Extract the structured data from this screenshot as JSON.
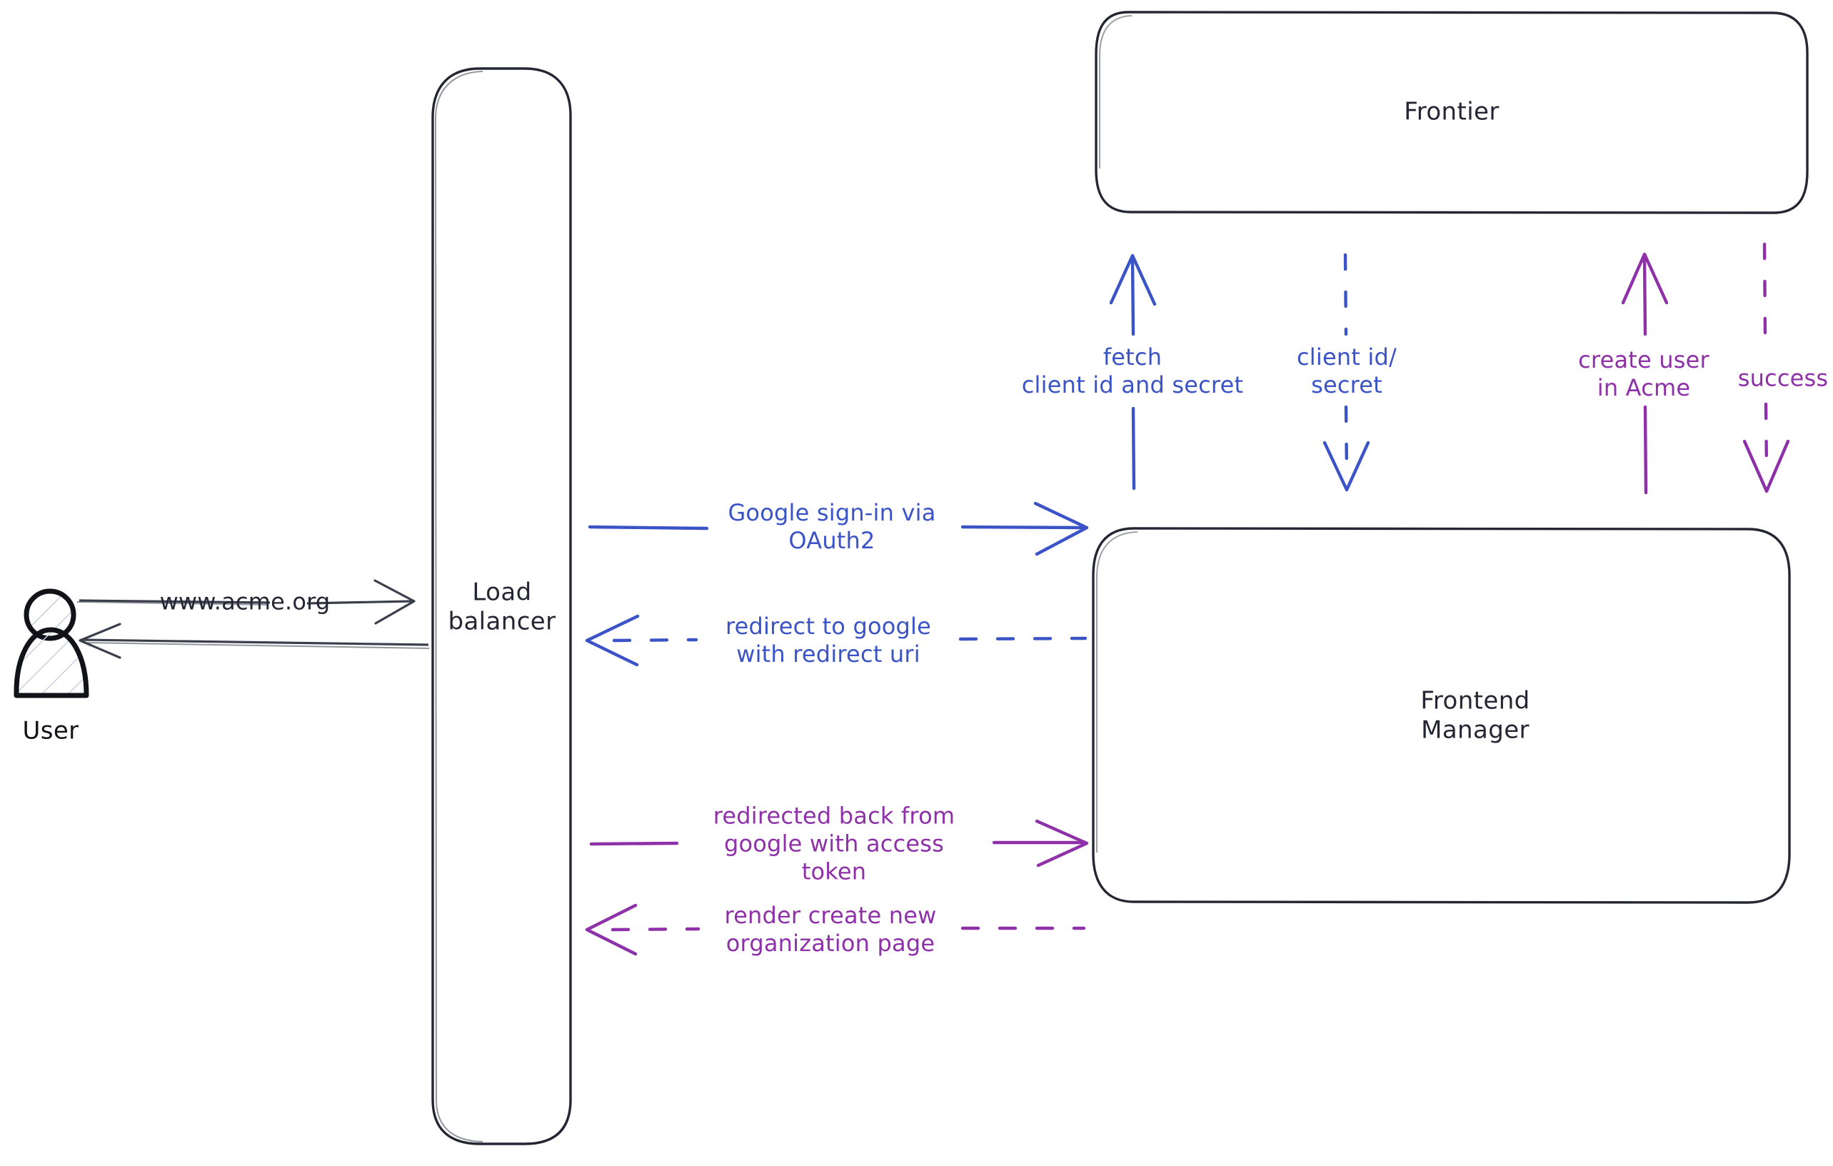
{
  "diagram": {
    "title": "Google OAuth2 sign-in sequence",
    "background": "#ffffff",
    "colors": {
      "stroke_dark": "#242733",
      "blue": "#3a53c6",
      "purple": "#8e30a8",
      "hatch": "#c9d0dd"
    }
  },
  "actors": {
    "user": {
      "label": "User",
      "icon": "person-icon"
    }
  },
  "nodes": [
    {
      "id": "load-balancer",
      "label": "Load\nbalancer"
    },
    {
      "id": "frontier",
      "label": "Frontier"
    },
    {
      "id": "frontend-manager",
      "label": "Frontend\nManager"
    }
  ],
  "edges": [
    {
      "id": "user-to-lb",
      "label": "www.acme.org",
      "color": "#242733",
      "style": "solid",
      "direction": "right",
      "from": "user",
      "to": "load-balancer"
    },
    {
      "id": "lb-to-user",
      "label": "",
      "color": "#242733",
      "style": "solid",
      "direction": "left",
      "from": "load-balancer",
      "to": "user"
    },
    {
      "id": "lb-to-fm-signin",
      "label": "Google sign-in via\nOAuth2",
      "color": "#3a53c6",
      "style": "solid",
      "direction": "right",
      "from": "load-balancer",
      "to": "frontend-manager"
    },
    {
      "id": "fm-to-lb-redirect",
      "label": "redirect to google\nwith redirect uri",
      "color": "#3a53c6",
      "style": "dashed",
      "direction": "left",
      "from": "frontend-manager",
      "to": "load-balancer"
    },
    {
      "id": "lb-to-fm-token",
      "label": "redirected back from\ngoogle with access\ntoken",
      "color": "#8e30a8",
      "style": "solid",
      "direction": "right",
      "from": "load-balancer",
      "to": "frontend-manager"
    },
    {
      "id": "fm-to-lb-render",
      "label": "render create new\norganization page",
      "color": "#8e30a8",
      "style": "dashed",
      "direction": "left",
      "from": "frontend-manager",
      "to": "load-balancer"
    },
    {
      "id": "fm-to-frontier-fetch",
      "label": "fetch\nclient id and secret",
      "color": "#3a53c6",
      "style": "solid",
      "direction": "up",
      "from": "frontend-manager",
      "to": "frontier"
    },
    {
      "id": "frontier-to-fm-creds",
      "label": "client id/\nsecret",
      "color": "#3a53c6",
      "style": "dashed",
      "direction": "down",
      "from": "frontier",
      "to": "frontend-manager"
    },
    {
      "id": "fm-to-frontier-createuser",
      "label": "create user\nin Acme",
      "color": "#8e30a8",
      "style": "solid",
      "direction": "up",
      "from": "frontend-manager",
      "to": "frontier"
    },
    {
      "id": "frontier-to-fm-success",
      "label": "success",
      "color": "#8e30a8",
      "style": "dashed",
      "direction": "down",
      "from": "frontier",
      "to": "frontend-manager"
    }
  ]
}
